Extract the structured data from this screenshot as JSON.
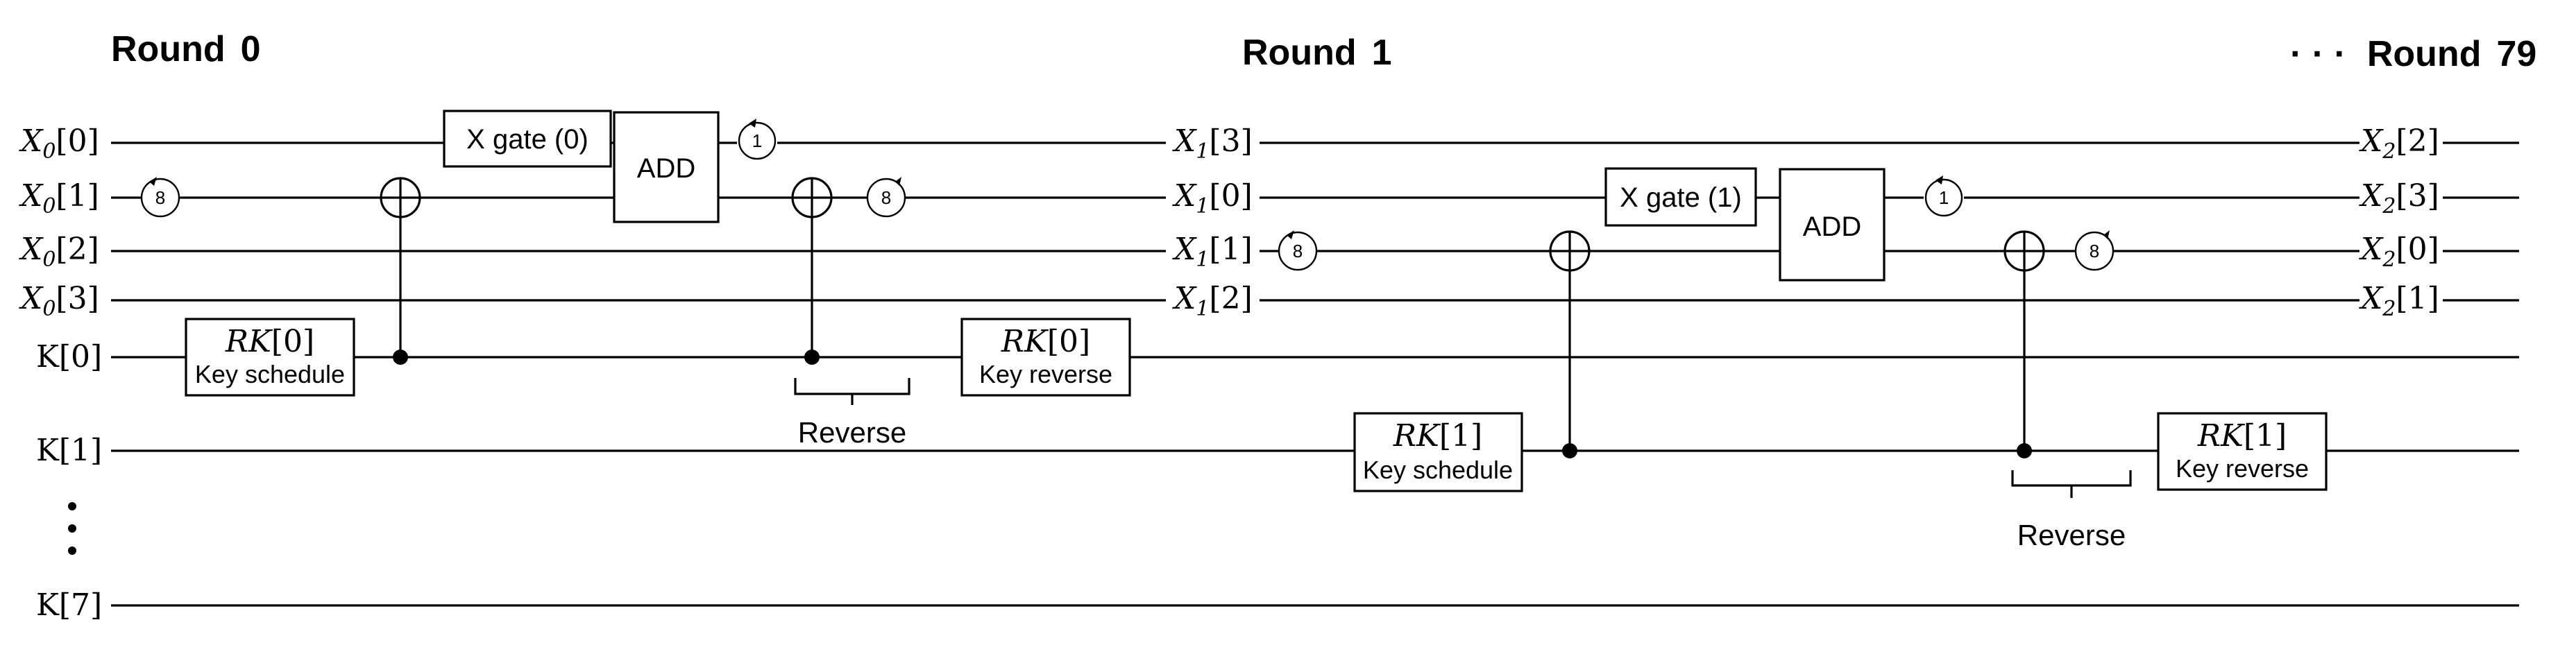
{
  "rounds": {
    "r0": {
      "label": "Round",
      "number": "0"
    },
    "r1": {
      "label": "Round",
      "number": "1"
    },
    "r79": {
      "prefix": "· · ·",
      "label": "Round",
      "number": "79"
    }
  },
  "inputs": {
    "x0_0": {
      "var": "X",
      "sub": "0",
      "idx": "[0]"
    },
    "x0_1": {
      "var": "X",
      "sub": "0",
      "idx": "[1]"
    },
    "x0_2": {
      "var": "X",
      "sub": "0",
      "idx": "[2]"
    },
    "x0_3": {
      "var": "X",
      "sub": "0",
      "idx": "[3]"
    },
    "k0": "K[0]",
    "k1": "K[1]",
    "k7": "K[7]",
    "dots": "⋮"
  },
  "mid": {
    "x1_3": {
      "var": "X",
      "sub": "1",
      "idx": "[3]"
    },
    "x1_0": {
      "var": "X",
      "sub": "1",
      "idx": "[0]"
    },
    "x1_1": {
      "var": "X",
      "sub": "1",
      "idx": "[1]"
    },
    "x1_2": {
      "var": "X",
      "sub": "1",
      "idx": "[2]"
    }
  },
  "outputs": {
    "x2_2": {
      "var": "X",
      "sub": "2",
      "idx": "[2]"
    },
    "x2_3": {
      "var": "X",
      "sub": "2",
      "idx": "[3]"
    },
    "x2_0": {
      "var": "X",
      "sub": "2",
      "idx": "[0]"
    },
    "x2_1": {
      "var": "X",
      "sub": "2",
      "idx": "[1]"
    }
  },
  "gates": {
    "xgate0": "X gate (0)",
    "xgate1": "X gate (1)",
    "add": "ADD",
    "rk_var": "RK",
    "rk0_idx": "[0]",
    "rk1_idx": "[1]",
    "key_schedule": "Key schedule",
    "key_reverse": "Key reverse",
    "rot1": "1",
    "rot8": "8",
    "reverse": "Reverse"
  }
}
